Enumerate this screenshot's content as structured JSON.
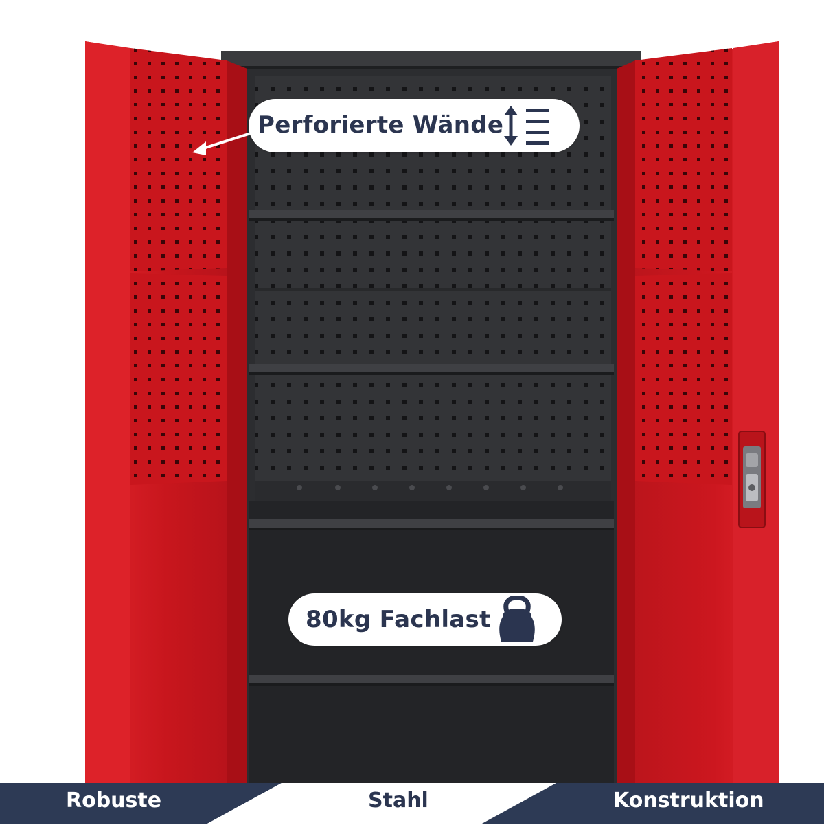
{
  "annotations": {
    "perforated": {
      "text": "Perforierte Wände",
      "icon": "line-spacing-icon"
    },
    "load": {
      "text": "80kg Fachlast",
      "icon": "kettlebell-icon"
    }
  },
  "footer": {
    "left": "Robuste",
    "middle": "Stahl",
    "right": "Konstruktion"
  },
  "colors": {
    "door_red": "#c8161d",
    "cabinet_dark": "#2e2f32",
    "navy": "#2b3550"
  }
}
